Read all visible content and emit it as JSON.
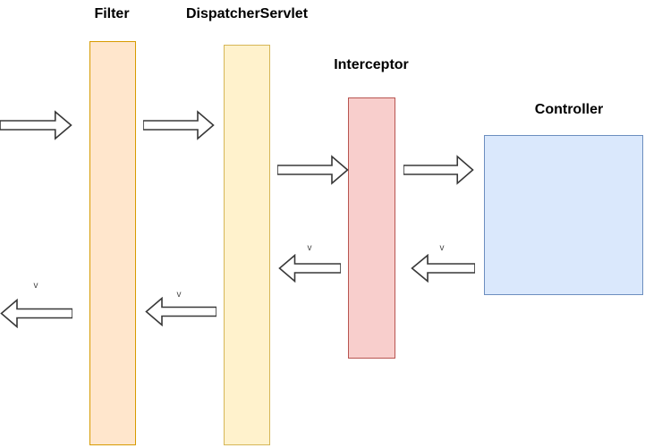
{
  "diagram": {
    "background": "#ffffff",
    "label_color": "#000000",
    "lanes": [
      {
        "id": "filter",
        "label": "Filter",
        "fill": "#FFE6CC",
        "stroke": "#D79B00",
        "shape": "tall-bar"
      },
      {
        "id": "dispatcher-servlet",
        "label": "DispatcherServlet",
        "fill": "#FFF2CC",
        "stroke": "#D6B656",
        "shape": "tall-bar"
      },
      {
        "id": "interceptor",
        "label": "Interceptor",
        "fill": "#F8CECC",
        "stroke": "#B85450",
        "shape": "tall-bar"
      },
      {
        "id": "controller",
        "label": "Controller",
        "fill": "#DAE8FC",
        "stroke": "#6C8EBF",
        "shape": "box"
      }
    ],
    "arrows": [
      {
        "icon": "arrow-right-icon",
        "direction": "right",
        "from": "left-edge",
        "to": "filter"
      },
      {
        "icon": "arrow-right-icon",
        "direction": "right",
        "from": "filter",
        "to": "dispatcher-servlet"
      },
      {
        "icon": "arrow-right-icon",
        "direction": "right",
        "from": "dispatcher-servlet",
        "to": "interceptor"
      },
      {
        "icon": "arrow-right-icon",
        "direction": "right",
        "from": "interceptor",
        "to": "controller"
      },
      {
        "icon": "arrow-left-icon",
        "direction": "left",
        "from": "controller",
        "to": "interceptor",
        "mark": "v"
      },
      {
        "icon": "arrow-left-icon",
        "direction": "left",
        "from": "interceptor",
        "to": "dispatcher-servlet",
        "mark": "v"
      },
      {
        "icon": "arrow-left-icon",
        "direction": "left",
        "from": "dispatcher-servlet",
        "to": "filter",
        "mark": "v"
      },
      {
        "icon": "arrow-left-icon",
        "direction": "left",
        "from": "filter",
        "to": "left-edge",
        "mark": "v"
      }
    ],
    "arrow_style": {
      "fill": "#ffffff",
      "stroke": "#383838"
    }
  }
}
